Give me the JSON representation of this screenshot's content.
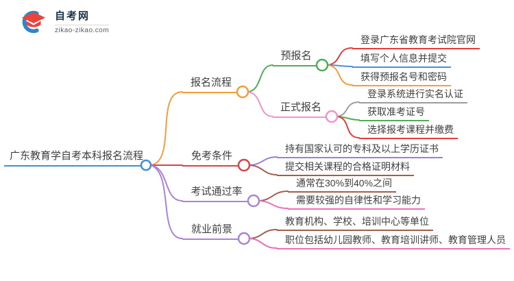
{
  "logo": {
    "title": "自考网",
    "domain": "zikao-zikao.com",
    "icon": "graduation-cap-icon",
    "colors": {
      "blue": "#2e86c8",
      "red": "#e8433d"
    }
  },
  "mindmap": {
    "root": {
      "label": "广东教育学自考本科报名流程",
      "color": "#3e8ed0"
    },
    "branches": [
      {
        "label": "报名流程",
        "color": "#f59d3d",
        "children": [
          {
            "label": "预报名",
            "color": "#4cae53",
            "children": [
              {
                "label": "登录广东省教育考试院官网",
                "color": "#e23c3c"
              },
              {
                "label": "填写个人信息并提交",
                "color": "#4a90d9"
              },
              {
                "label": "获得预报名号和密码",
                "color": "#f59d3d"
              }
            ]
          },
          {
            "label": "正式报名",
            "color": "#f092cc",
            "children": [
              {
                "label": "登录系统进行实名认证",
                "color": "#9c9c9c"
              },
              {
                "label": "获取准考证号",
                "color": "#4cae53"
              },
              {
                "label": "选择报考课程并缴费",
                "color": "#e23c3c"
              }
            ]
          }
        ]
      },
      {
        "label": "免考条件",
        "color": "#d8434a",
        "children": [
          {
            "label": "持有国家认可的专科及以上学历证书",
            "color": "#9a7fd6"
          },
          {
            "label": "提交相关课程的合格证明材料",
            "color": "#a35d4c"
          }
        ]
      },
      {
        "label": "考试通过率",
        "color": "#ab82d9",
        "children": [
          {
            "label": "通常在30%到40%之间",
            "color": "#a35d4c"
          },
          {
            "label": "需要较强的自律性和学习能力",
            "color": "#ef6db8"
          }
        ]
      },
      {
        "label": "就业前景",
        "color": "#ab82d9",
        "children": [
          {
            "label": "教育机构、学校、培训中心等单位",
            "color": "#a35d4c"
          },
          {
            "label": "职位包括幼儿园教师、教育培训讲师、教育管理人员",
            "color": "#ef6db8"
          }
        ]
      }
    ]
  }
}
